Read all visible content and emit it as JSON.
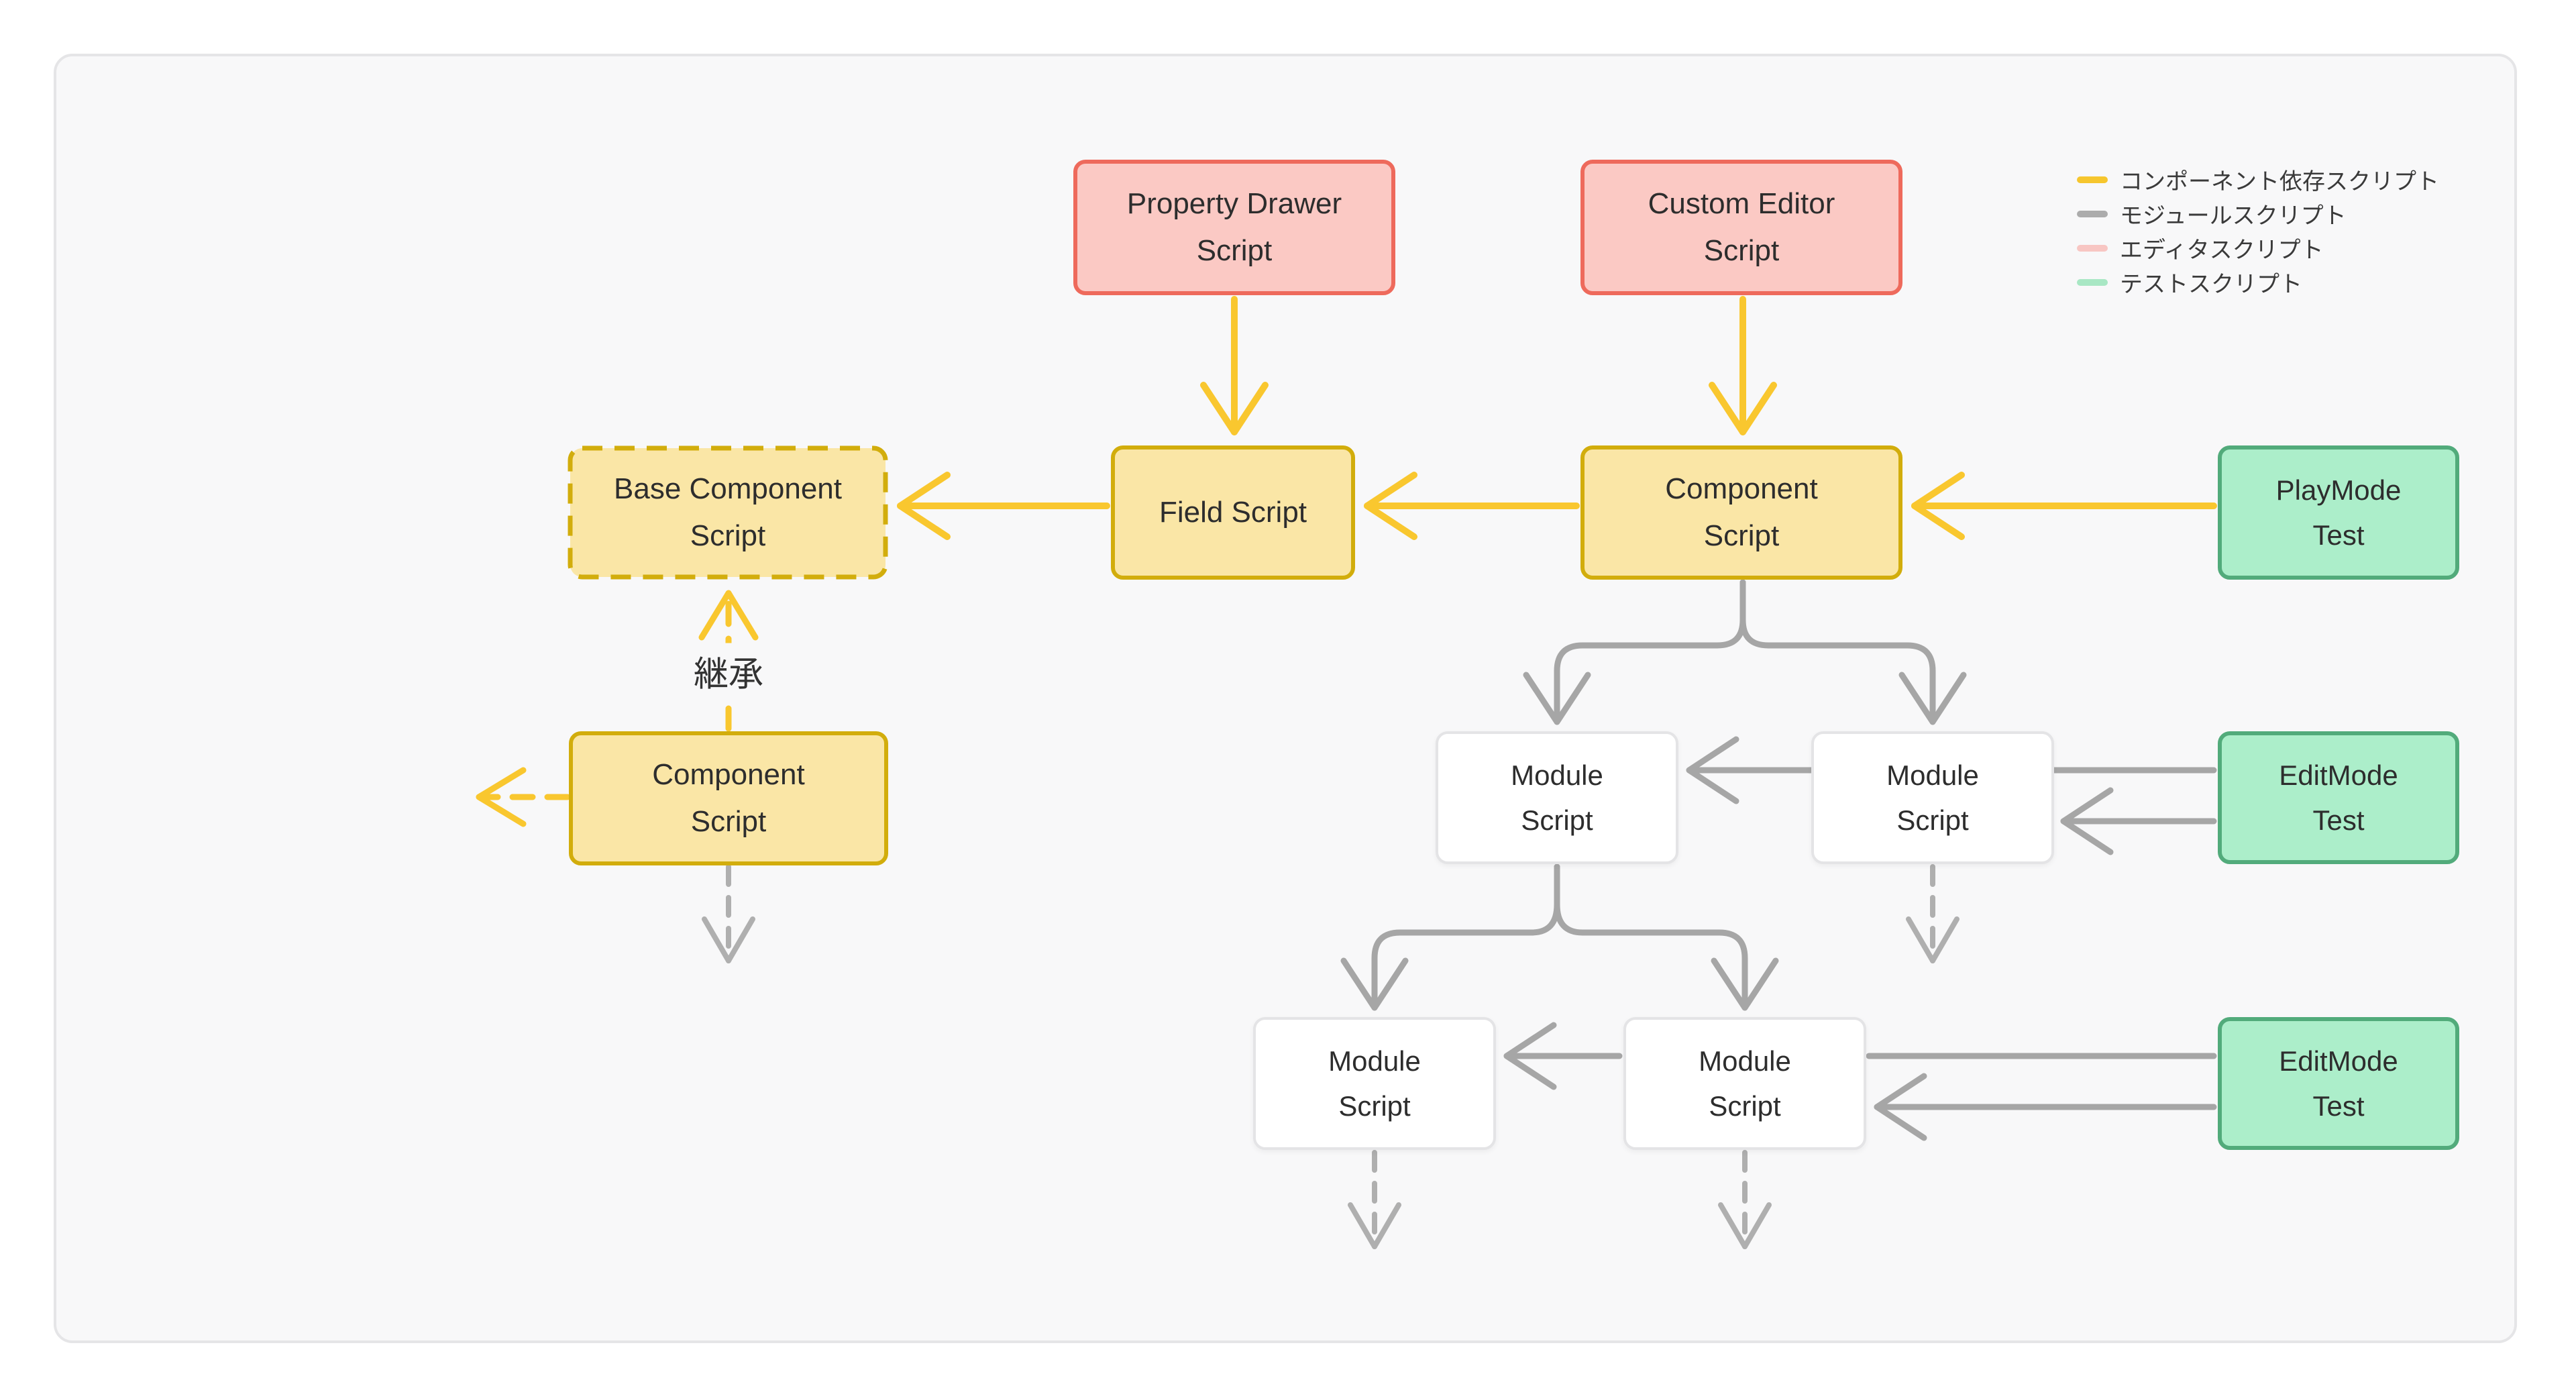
{
  "legend": {
    "items": [
      {
        "label": "コンポーネント依存スクリプト",
        "color": "#F6C62E"
      },
      {
        "label": "モジュールスクリプト",
        "color": "#ACACAC"
      },
      {
        "label": "エディタスクリプト",
        "color": "#F8C6C3"
      },
      {
        "label": "テストスクリプト",
        "color": "#A8E7C4"
      }
    ]
  },
  "nodes": {
    "property_drawer": {
      "label": [
        "Property Drawer",
        "Script"
      ]
    },
    "custom_editor": {
      "label": [
        "Custom Editor",
        "Script"
      ]
    },
    "base_component": {
      "label": [
        "Base Component",
        "Script"
      ]
    },
    "field_script": {
      "label": [
        "Field Script"
      ]
    },
    "component_r1": {
      "label": [
        "Component",
        "Script"
      ]
    },
    "playmode": {
      "label": [
        "PlayMode",
        "Test"
      ]
    },
    "component_lower": {
      "label": [
        "Component",
        "Script"
      ]
    },
    "module_r2_left": {
      "label": [
        "Module",
        "Script"
      ]
    },
    "module_r2_right": {
      "label": [
        "Module",
        "Script"
      ]
    },
    "editmode_r2": {
      "label": [
        "EditMode",
        "Test"
      ]
    },
    "module_r3_left": {
      "label": [
        "Module",
        "Script"
      ]
    },
    "module_r3_right": {
      "label": [
        "Module",
        "Script"
      ]
    },
    "editmode_r3": {
      "label": [
        "EditMode",
        "Test"
      ]
    }
  },
  "edge_labels": {
    "inheritance": "継承"
  },
  "colors": {
    "canvas_bg": "#F8F8F9",
    "edge_component_dependency": "#F9C72F",
    "edge_module": "#A6A6A6",
    "edge_module_dashed": "#AFAFAF",
    "node_editor_fill": "#FBC9C4",
    "node_editor_border": "#EE6A5C",
    "node_component_fill": "#FAE6A6",
    "node_component_border": "#D2AD0C",
    "node_test_fill": "#ACEECA",
    "node_test_border": "#52AB7B",
    "node_module_fill": "#FFFFFF",
    "node_module_border": "#E4E4E6"
  }
}
